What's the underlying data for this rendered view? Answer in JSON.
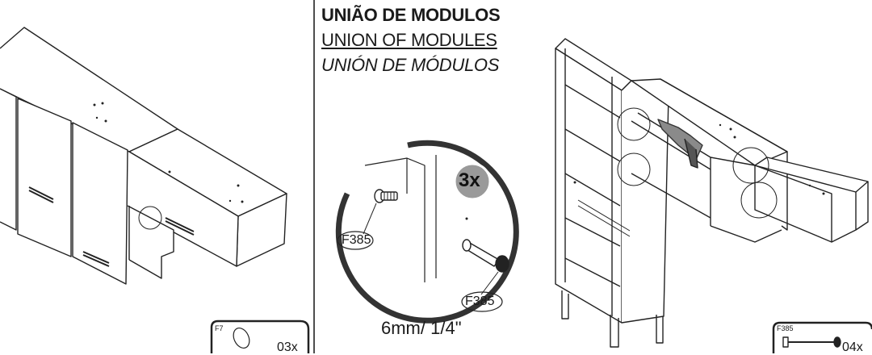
{
  "title": {
    "pt": "UNIÃO DE MODULOS",
    "en": "UNION OF MODULES",
    "es": "UNIÓN DE MÓDULOS"
  },
  "detail": {
    "quantity": "3x",
    "part_top": "F385",
    "part_bottom": "F385",
    "drill_size": "6mm/ 1/4\""
  },
  "left_hardware": {
    "code": "F7",
    "count": "03x"
  },
  "right_hardware": {
    "code": "F385",
    "count": "04x"
  }
}
